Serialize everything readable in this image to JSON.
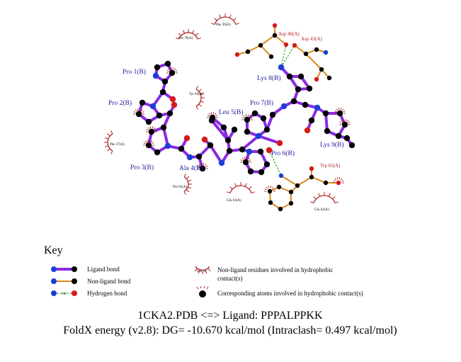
{
  "ligand_residues": [
    {
      "key": "pro1",
      "label": "Pro 1(B)"
    },
    {
      "key": "pro2",
      "label": "Pro 2(B)"
    },
    {
      "key": "pro3",
      "label": "Pro 3(B)"
    },
    {
      "key": "ala4",
      "label": "Ala 4(B)"
    },
    {
      "key": "leu5",
      "label": "Leu 5(B)"
    },
    {
      "key": "pro6",
      "label": "Pro 6(B)"
    },
    {
      "key": "pro7",
      "label": "Pro 7(B)"
    },
    {
      "key": "lys8",
      "label": "Lys 8(B)"
    },
    {
      "key": "lys9",
      "label": "Lys 9(B)"
    }
  ],
  "hbond_residues": [
    {
      "key": "asp46",
      "label": "Asp 46(A)"
    },
    {
      "key": "asp43",
      "label": "Asp 43(A)"
    },
    {
      "key": "trp65",
      "label": "Trp 65(A)"
    }
  ],
  "hydrophobic_residues": [
    {
      "key": "phe39",
      "label": "Phe 39(A)"
    },
    {
      "key": "pro79",
      "label": "Pro 79(A)"
    },
    {
      "key": "tyr82",
      "label": "Tyr 82(A)"
    },
    {
      "key": "phe37",
      "label": "Phe 37(A)"
    },
    {
      "key": "pro81",
      "label": "Pro 81(A)"
    },
    {
      "key": "glu63",
      "label": "Glu 63(A)"
    },
    {
      "key": "glu62",
      "label": "Glu 62(A)"
    }
  ],
  "key": {
    "title": "Key",
    "ligand_bond": "Ligand bond",
    "nonligand_bond": "Non-ligand bond",
    "hydrogen_bond": "Hydrogen bond",
    "hbond_length": "3.0",
    "sample_residue": "His 53",
    "nonligand_residues_line1": "Non-ligand residues involved in hydrophobic",
    "nonligand_residues_line2": "contact(s)",
    "corresponding_atoms": "Corresponding atoms involved in hydrophobic contact(s)"
  },
  "footer": {
    "line1": "1CKA2.PDB <=> Ligand: PPPALPPKK",
    "line2": "FoldX energy (v2.8): DG= -10.670 kcal/mol (Intraclash= 0.497 kcal/mol)"
  },
  "colors": {
    "ligand_bond": "#8a2be2",
    "nonligand_bond": "#d68a1a",
    "hydrogen_bond": "#22aa22",
    "nitrogen": "#1a3fd6",
    "oxygen": "#d61a1a",
    "carbon": "#000000",
    "hydrophobic_arc": "#b22222"
  }
}
